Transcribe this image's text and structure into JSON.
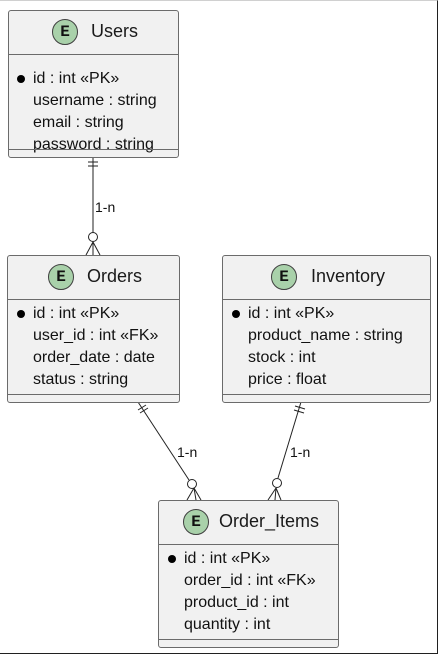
{
  "entities": {
    "users": {
      "badge": "E",
      "title": "Users",
      "fields": [
        "id : int «PK»",
        "username : string",
        "email : string",
        "password : string"
      ]
    },
    "orders": {
      "badge": "E",
      "title": "Orders",
      "fields": [
        "id : int «PK»",
        "user_id : int «FK»",
        "order_date : date",
        "status : string"
      ]
    },
    "inventory": {
      "badge": "E",
      "title": "Inventory",
      "fields": [
        "id : int «PK»",
        "product_name : string",
        "stock : int",
        "price : float"
      ]
    },
    "order_items": {
      "badge": "E",
      "title": "Order_Items",
      "fields": [
        "id : int «PK»",
        "order_id : int «FK»",
        "product_id : int",
        "quantity : int"
      ]
    }
  },
  "relationships": {
    "users_orders": "1-n",
    "orders_order_items": "1-n",
    "inventory_order_items": "1-n"
  }
}
